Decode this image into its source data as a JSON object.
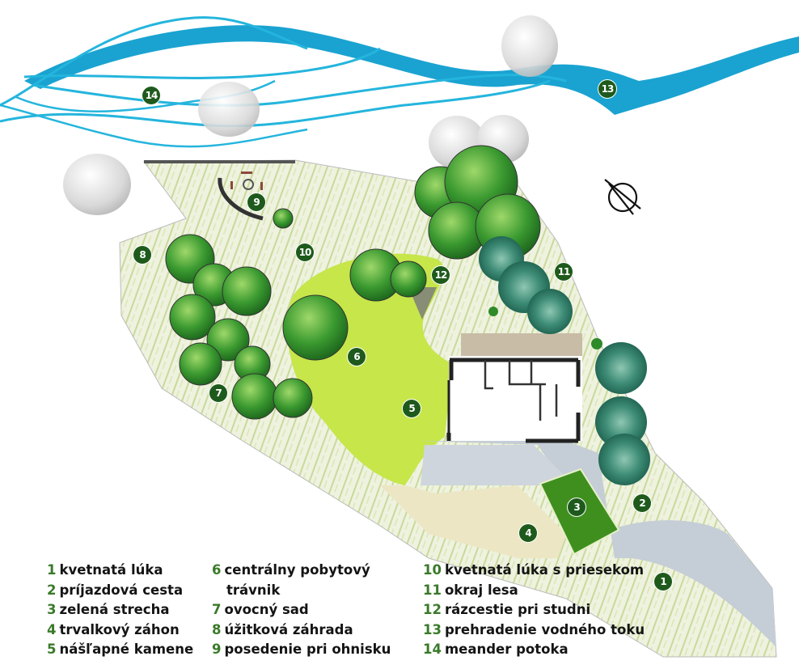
{
  "colors": {
    "marker_bg": "#1e5a1c",
    "legend_number": "#3a7a2a",
    "legend_text": "#141414",
    "water": "#1aa3d1",
    "lawn": "#c6e64a",
    "meadow": "#dfe8c4",
    "driveway": "#c5cdd6",
    "green_roof": "#3f8f1f",
    "perennial_bed": "#ece6c4",
    "tree_dark": "#2f7d2a",
    "forest_edge": "#1f6f5a",
    "existing_tree": "#d8d8d8"
  },
  "north_symbol": {
    "icon": "north-arrow-circle-icon"
  },
  "markers": [
    {
      "number": "1"
    },
    {
      "number": "2"
    },
    {
      "number": "3"
    },
    {
      "number": "4"
    },
    {
      "number": "5"
    },
    {
      "number": "6"
    },
    {
      "number": "7"
    },
    {
      "number": "8"
    },
    {
      "number": "9"
    },
    {
      "number": "10"
    },
    {
      "number": "11"
    },
    {
      "number": "12"
    },
    {
      "number": "13"
    },
    {
      "number": "14"
    }
  ],
  "legend": {
    "col1": [
      {
        "num": "1",
        "label": "kvetnatá lúka"
      },
      {
        "num": "2",
        "label": "príjazdová cesta"
      },
      {
        "num": "3",
        "label": "zelená strecha"
      },
      {
        "num": "4",
        "label": "trvalkový záhon"
      },
      {
        "num": "5",
        "label": "nášľapné kamene"
      }
    ],
    "col2": [
      {
        "num": "6",
        "label": "centrálny pobytový",
        "label_cont": "trávnik"
      },
      {
        "num": "7",
        "label": "ovocný sad"
      },
      {
        "num": "8",
        "label": "úžitková záhrada"
      },
      {
        "num": "9",
        "label": "posedenie pri ohnisku"
      }
    ],
    "col3": [
      {
        "num": "10",
        "label": "kvetnatá lúka s priesekom"
      },
      {
        "num": "11",
        "label": "okraj lesa"
      },
      {
        "num": "12",
        "label": "rázcestie pri studni"
      },
      {
        "num": "13",
        "label": "prehradenie vodného toku"
      },
      {
        "num": "14",
        "label": "meander potoka"
      }
    ]
  }
}
